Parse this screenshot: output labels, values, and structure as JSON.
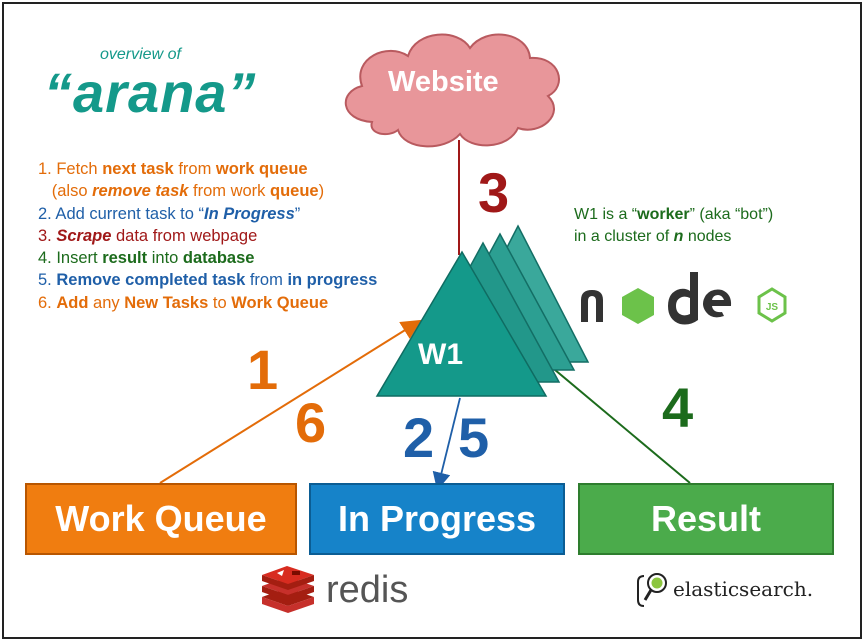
{
  "title": {
    "prefix": "overview of",
    "name": "“arana”"
  },
  "steps": [
    {
      "parts": [
        {
          "t": "1. Fetch ",
          "b": false,
          "i": false
        },
        {
          "t": "next task",
          "b": true,
          "i": false
        },
        {
          "t": " from ",
          "b": false,
          "i": false
        },
        {
          "t": "work queue",
          "b": true,
          "i": false
        }
      ],
      "color": "orange"
    },
    {
      "parts": [
        {
          "t": "   (also ",
          "b": false,
          "i": false
        },
        {
          "t": "remove task",
          "b": true,
          "i": true
        },
        {
          "t": " from work ",
          "b": false,
          "i": false
        },
        {
          "t": "queue",
          "b": true,
          "i": false
        },
        {
          "t": ")",
          "b": false,
          "i": false
        }
      ],
      "color": "orange"
    },
    {
      "parts": [
        {
          "t": "2. Add current task to “",
          "b": false,
          "i": false
        },
        {
          "t": "In Progress",
          "b": true,
          "i": true
        },
        {
          "t": "”",
          "b": false,
          "i": false
        }
      ],
      "color": "blue"
    },
    {
      "parts": [
        {
          "t": "3. ",
          "b": false,
          "i": false
        },
        {
          "t": "Scrape",
          "b": true,
          "i": true
        },
        {
          "t": " data from webpage",
          "b": false,
          "i": false
        }
      ],
      "color": "red"
    },
    {
      "parts": [
        {
          "t": "4. Insert ",
          "b": false,
          "i": false
        },
        {
          "t": "result",
          "b": true,
          "i": false
        },
        {
          "t": " into ",
          "b": false,
          "i": false
        },
        {
          "t": "database",
          "b": true,
          "i": false
        }
      ],
      "color": "green"
    },
    {
      "parts": [
        {
          "t": "5. ",
          "b": false,
          "i": false
        },
        {
          "t": "Remove completed task",
          "b": true,
          "i": false
        },
        {
          "t": " from ",
          "b": false,
          "i": false
        },
        {
          "t": "in progress",
          "b": true,
          "i": false
        }
      ],
      "color": "blue"
    },
    {
      "parts": [
        {
          "t": "6. ",
          "b": false,
          "i": false
        },
        {
          "t": "Add",
          "b": true,
          "i": false
        },
        {
          "t": " any ",
          "b": false,
          "i": false
        },
        {
          "t": "New Tasks",
          "b": true,
          "i": false
        },
        {
          "t": " to ",
          "b": false,
          "i": false
        },
        {
          "t": "Work Queue",
          "b": true,
          "i": false
        }
      ],
      "color": "orange"
    }
  ],
  "worker_note": {
    "line1_a": "W1 is a “",
    "line1_b": "worker",
    "line1_c": "” (aka “bot”)",
    "line2_a": "in a cluster of ",
    "line2_b": "n",
    "line2_c": "  nodes"
  },
  "cloud_label": "Website",
  "worker_label": "W1",
  "numbers": {
    "n1": "1",
    "n6": "6",
    "n3": "3",
    "n25a": "2",
    "n25b": "5",
    "n4": "4"
  },
  "boxes": {
    "work_queue": "Work Queue",
    "in_progress": "In Progress",
    "result": "Result"
  },
  "logos": {
    "node_text": "node",
    "node_badge": "JS",
    "redis_text": "redis",
    "es_text": "elasticsearch."
  },
  "colors": {
    "teal": "#14998a",
    "orange": "#e36c09",
    "blue": "#1f5fa8",
    "red": "#a01818",
    "green": "#1c6b1c"
  }
}
